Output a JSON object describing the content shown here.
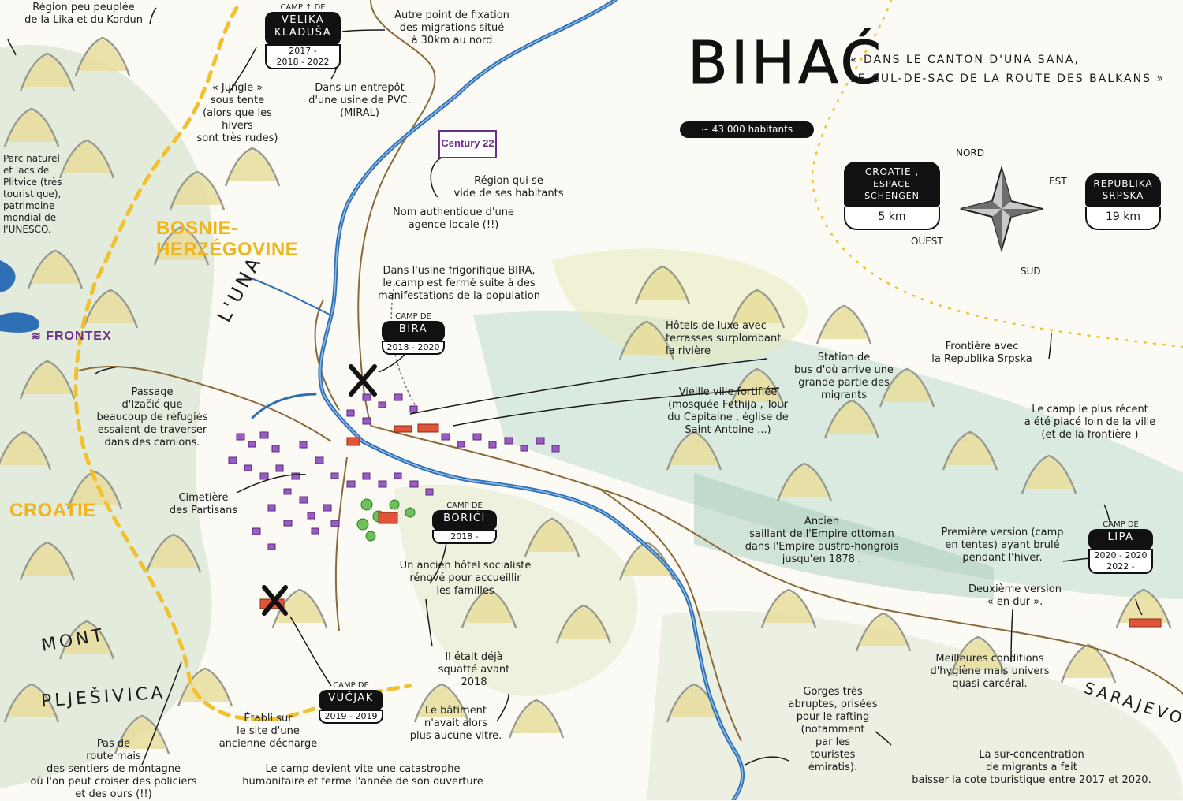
{
  "title": "BIHAĆ",
  "subtitle_line1": "« DANS LE CANTON D'UNA SANA,",
  "subtitle_line2": "LE CUL-DE-SAC DE LA ROUTE DES BALKANS »",
  "population": "~ 43 000 habitants",
  "compass": {
    "north": "NORD",
    "south": "SUD",
    "east": "EST",
    "west": "OUEST"
  },
  "distance_croatie": {
    "line1": "CROATIE ,",
    "line2": "ESPACE SCHENGEN",
    "distance": "5 km"
  },
  "distance_rs": {
    "line1": "REPUBLIKA",
    "line2": "SRPSKA",
    "distance": "19 km"
  },
  "labels": {
    "bosnie_1": "BOSNIE-",
    "bosnie_2": "HERZÉGOVINE",
    "croatie": "CROATIE",
    "una": "L'UNA",
    "mont": "MONT",
    "pljesivica": "PLJEŠIVICA",
    "sarajevo": "SARAJEVO",
    "frontex": "FRONTEX",
    "century": "Century 22"
  },
  "camps": {
    "velika": {
      "prefix": "CAMP ↑ DE",
      "name1": "VELIKA",
      "name2": "KLADUŠA",
      "years1": "2017 -",
      "years2": "2018 - 2022"
    },
    "bira": {
      "prefix": "CAMP DE",
      "name": "BIRA",
      "years": "2018 - 2020"
    },
    "borici": {
      "prefix": "CAMP DE",
      "name": "BORIĆI",
      "years": "2018 -"
    },
    "vucjak": {
      "prefix": "CAMP DE",
      "name": "VUČJAK",
      "years": "2019 - 2019"
    },
    "lipa": {
      "prefix": "CAMP DE",
      "name": "LIPA",
      "years1": "2020 - 2020",
      "years2": "2022 -"
    }
  },
  "notes": {
    "lika": "Région peu peuplée\nde la Lika et du Kordun",
    "fixation": "Autre point de fixation\ndes migrations situé\nà 30km au nord",
    "jungle": "« Jungle »\nsous tente\n(alors que les hivers\nsont très rudes)",
    "entrepot": "Dans un entrepôt\nd'une usine de PVC.\n(MIRAL)",
    "region_vide": "Région qui se\nvide de ses habitants",
    "agence": "Nom authentique d'une\nagence locale (!!)",
    "plitvice": "Parc naturel\net lacs de\nPlitvice (très\ntouristique),\npatrimoine\nmondial de\nl'UNESCO.",
    "bira_note": "Dans l'usine frigorifique BIRA,\nle camp est fermé suite à des\nmanifestations de la population",
    "hotels": "Hôtels de luxe avec\nterrasses surplombant\nla rivière",
    "station": "Station de\nbus d'où arrive une\ngrande partie des\nmigrants",
    "vieille": "Vieille ville fortifiée\n(mosquée Fethija , Tour\ndu Capitaine , église de\nSaint-Antoine ...)",
    "frontiere_rs": "Frontière avec\nla Republika Srpska",
    "recent": "Le camp le plus récent\na été placé loin de la ville\n(et de la frontière )",
    "izacic": "Passage\nd'Izačić que\nbeaucoup de réfugiés\nessaient de traverser\ndans des camions.",
    "cimetiere": "Cimetière\ndes Partisans",
    "ottoman": "Ancien\nsaillant de l'Empire ottoman\ndans l'Empire austro-hongrois\njusqu'en 1878 .",
    "premiere": "Première version (camp\nen tentes) ayant brulé\npendant l'hiver.",
    "hotel_socialiste": "Un ancien hôtel socialiste\nrénové pour accueillir\nles familles",
    "deuxieme": "Deuxième version\n« en dur ».",
    "squatte": "Il était déjà\nsquatté avant\n2018",
    "meilleures": "Meilleures conditions\nd'hygiène mais univers\nquasi carcéral.",
    "batiment": "Le bâtiment\nn'avait alors\nplus aucune vitre.",
    "gorges": "Gorges très\nabruptes, prisées\npour le rafting\n(notamment\npar les\ntouristes\némiratis).",
    "etabli": "Établi sur\nle site d'une\nancienne décharge",
    "catastrophe": "Le camp devient vite une catastrophe\nhumanitaire et ferme l'année de son ouverture",
    "pas_de_route": "Pas de\nroute mais\ndes sentiers de montagne\noù l'on peut croiser des policiers\net des ours (!!)",
    "surconcentration": "La sur-concentration\nde migrants a fait\nbaisser la cote touristique entre 2017 et 2020."
  },
  "colors": {
    "river": "#2f6fb5",
    "border_yellow": "#f1c230",
    "camps_purple": "#7b3aa0",
    "forest_green": "#4ca14a",
    "road_brown": "#8a6a3a",
    "label_yellow": "#f1b41c"
  }
}
